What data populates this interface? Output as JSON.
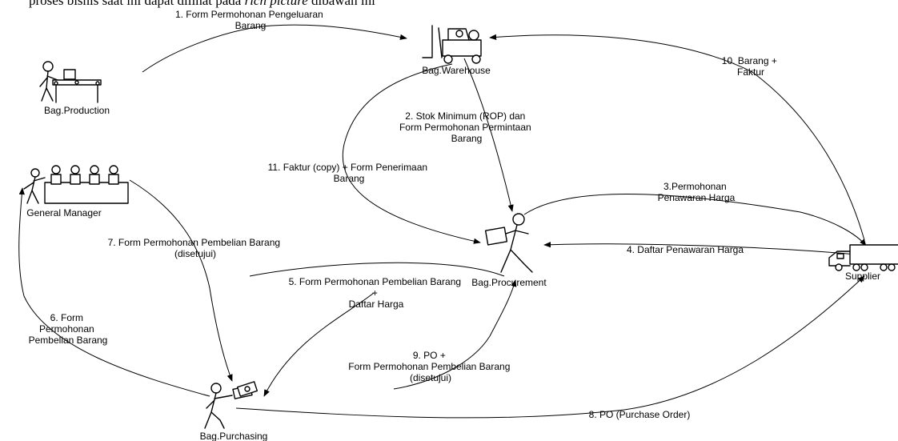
{
  "caption_prefix": "proses bisnis saat ini dapat dilihat pada ",
  "caption_italic": "rich picture",
  "caption_suffix": " dibawah ini",
  "actors": {
    "production": "Bag.Production",
    "warehouse": "Bag.Warehouse",
    "general_manager": "General Manager",
    "procurement": "Bag.Procurement",
    "purchasing": "Bag.Purchasing",
    "supplier": "Supplier"
  },
  "flows": [
    [
      "1. Form Permohonan Pengeluaran",
      "Barang"
    ],
    [
      "2. Stok Minimum (ROP) dan",
      "Form Permohonan Permintaan",
      "Barang"
    ],
    [
      "3.Permohonan",
      "Penawaran Harga"
    ],
    [
      "4. Daftar Penawaran Harga"
    ],
    [
      "5. Form Permohonan Pembelian Barang",
      "+",
      "Daftar Harga"
    ],
    [
      "6. Form",
      "Permohonan",
      "Pembelian Barang"
    ],
    [
      "7. Form Permohonan Pembelian Barang",
      "(disetujui)"
    ],
    [
      "8. PO (Purchase Order)"
    ],
    [
      "9. PO +",
      "Form Permohonan Pembelian Barang",
      "(disetujui)"
    ],
    [
      "10. Barang +",
      "Faktur"
    ],
    [
      "11. Faktur (copy) + Form Penerimaan",
      "Barang"
    ]
  ]
}
